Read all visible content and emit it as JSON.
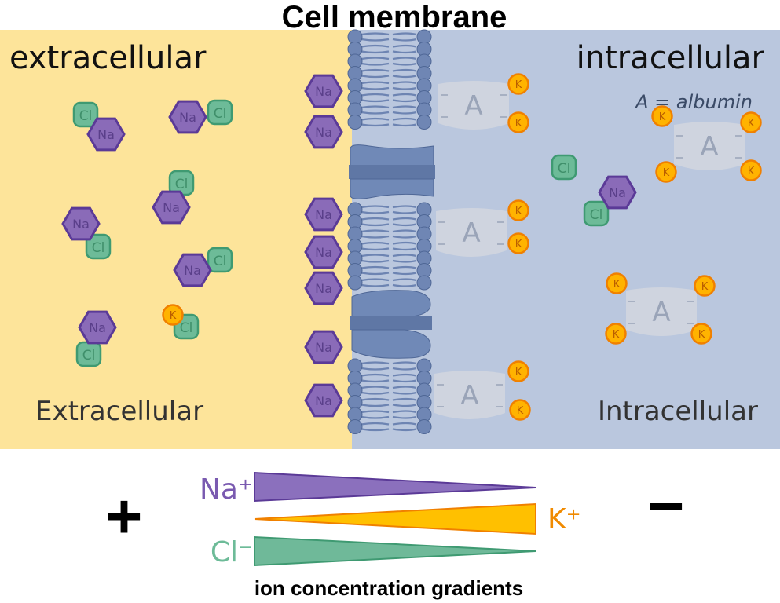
{
  "title": "Cell membrane",
  "labels": {
    "extracellular_top": "extracellular",
    "intracellular_top": "intracellular",
    "albumin_legend": "A = albumin",
    "extracellular_bottom": "Extracellular",
    "intracellular_bottom": "Intracellular"
  },
  "ions": {
    "na": "Na",
    "cl": "Cl",
    "k": "K",
    "albumin": "A"
  },
  "gradients": {
    "plus": "+",
    "minus": "−",
    "na": "Na⁺",
    "k": "K⁺",
    "cl": "Cl⁻",
    "caption": "ion concentration gradients"
  },
  "colors": {
    "extracellular_bg": "#fde49a",
    "intracellular_bg": "#bac7de",
    "membrane": "#6f86b4",
    "na": "#8a6bb8",
    "na_stroke": "#5b3a97",
    "cl": "#6dbb98",
    "cl_stroke": "#3f9a72",
    "k": "#ffb300",
    "k_stroke": "#f08000",
    "albumin": "#d6d8df"
  }
}
